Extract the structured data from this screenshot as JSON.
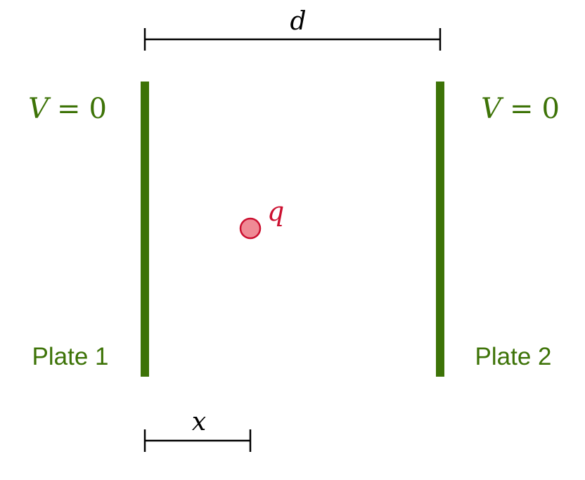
{
  "colors": {
    "plate": "#3d7307",
    "charge_fill": "#ef8a95",
    "charge_stroke": "#cc1030",
    "charge_label": "#cc1030",
    "dimension_line": "#000000"
  },
  "dimensions": {
    "separation_label": "d",
    "position_label": "x"
  },
  "plates": [
    {
      "name": "Plate 1",
      "potential_symbol": "V",
      "potential_equals": "=",
      "potential_value": "0"
    },
    {
      "name": "Plate 2",
      "potential_symbol": "V",
      "potential_equals": "=",
      "potential_value": "0"
    }
  ],
  "charge": {
    "label": "q"
  }
}
